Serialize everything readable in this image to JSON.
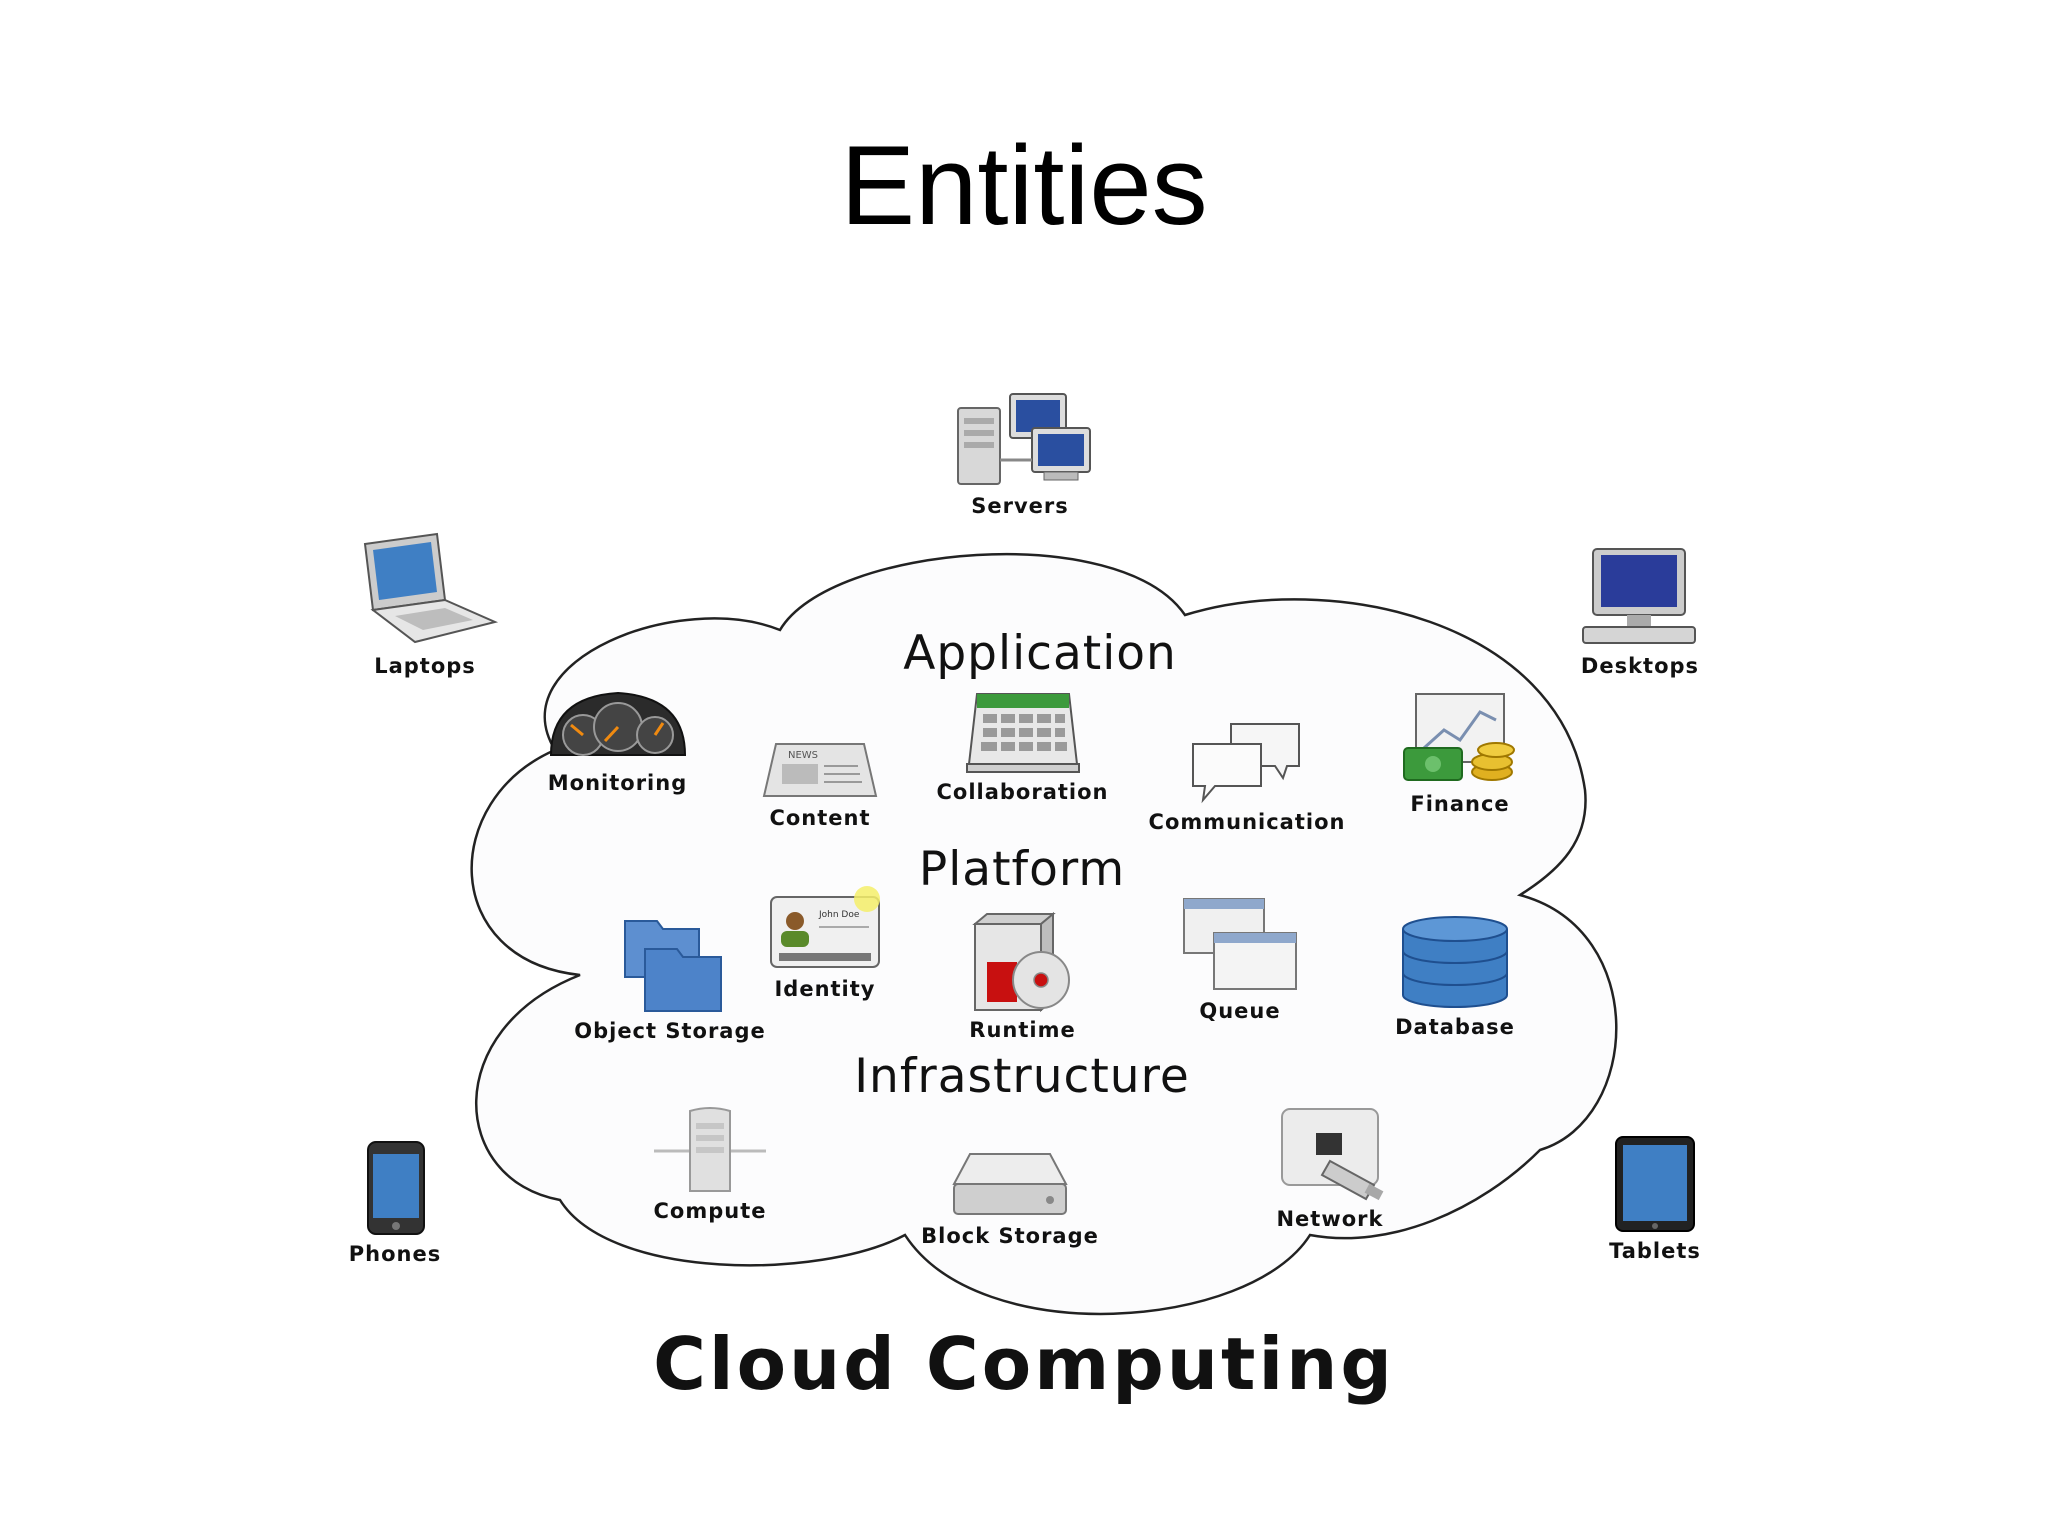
{
  "slide": {
    "title": "Entities"
  },
  "diagram": {
    "caption": "Cloud Computing",
    "layers": {
      "application": "Application",
      "platform": "Platform",
      "infrastructure": "Infrastructure"
    },
    "devices": {
      "servers": "Servers",
      "laptops": "Laptops",
      "desktops": "Desktops",
      "phones": "Phones",
      "tablets": "Tablets"
    },
    "application_items": {
      "monitoring": "Monitoring",
      "content": "Content",
      "collaboration": "Collaboration",
      "communication": "Communication",
      "finance": "Finance"
    },
    "platform_items": {
      "object_storage": "Object Storage",
      "identity": "Identity",
      "runtime": "Runtime",
      "queue": "Queue",
      "database": "Database"
    },
    "infrastructure_items": {
      "compute": "Compute",
      "block_storage": "Block Storage",
      "network": "Network"
    },
    "identity_card_name": "John Doe",
    "content_paper_name": "NEWS",
    "colors": {
      "cloud_stroke": "#222222",
      "icon_blue": "#3f7fc4",
      "icon_green": "#3c9a3c",
      "gold": "#e0b020",
      "red": "#c81010"
    }
  }
}
